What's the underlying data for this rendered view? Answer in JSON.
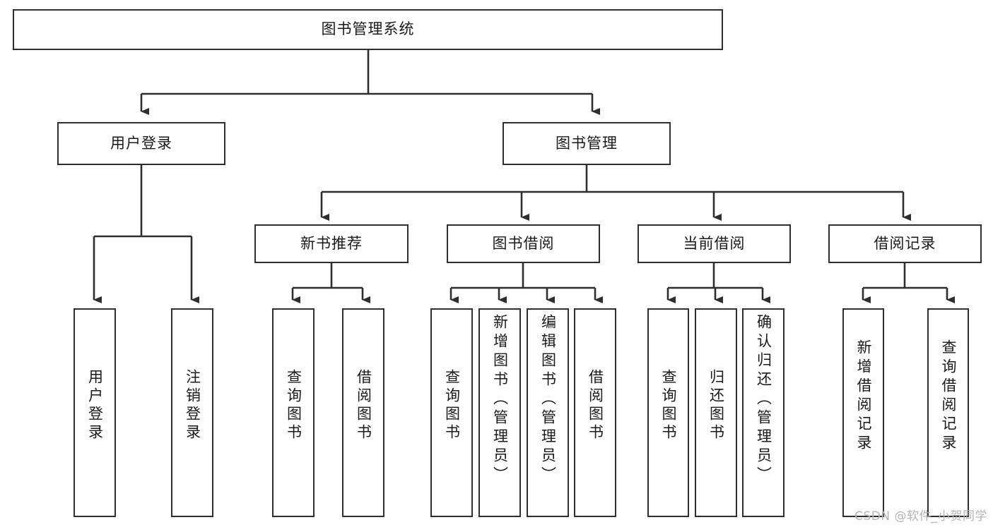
{
  "diagram": {
    "title": "图书管理系统",
    "type": "tree-hierarchy-diagram",
    "colors": {
      "box_border": "#2e2e2e",
      "box_fill": "#ffffff",
      "connector": "#2e2e2e",
      "text": "#1a1a1a",
      "watermark": "#b4b4b4"
    },
    "root": {
      "label": "图书管理系统"
    },
    "level1": [
      {
        "label": "用户登录"
      },
      {
        "label": "图书管理"
      }
    ],
    "level2": [
      {
        "label": "新书推荐"
      },
      {
        "label": "图书借阅"
      },
      {
        "label": "当前借阅"
      },
      {
        "label": "借阅记录"
      }
    ],
    "leaves": {
      "user_login": [
        {
          "label": "用户登录"
        },
        {
          "label": "注销登录"
        }
      ],
      "new_book_recommend": [
        {
          "label": "查询图书"
        },
        {
          "label": "借阅图书"
        }
      ],
      "book_borrow": [
        {
          "label": "查询图书"
        },
        {
          "label": "新增图书（管理员）"
        },
        {
          "label": "编辑图书（管理员）"
        },
        {
          "label": "借阅图书"
        }
      ],
      "current_borrow": [
        {
          "label": "查询图书"
        },
        {
          "label": "归还图书"
        },
        {
          "label": "确认归还（管理员）"
        }
      ],
      "borrow_record": [
        {
          "label": "新增借阅记录"
        },
        {
          "label": "查询借阅记录"
        }
      ]
    }
  },
  "watermark": {
    "text": "CSDN @软件_小贺同学"
  }
}
